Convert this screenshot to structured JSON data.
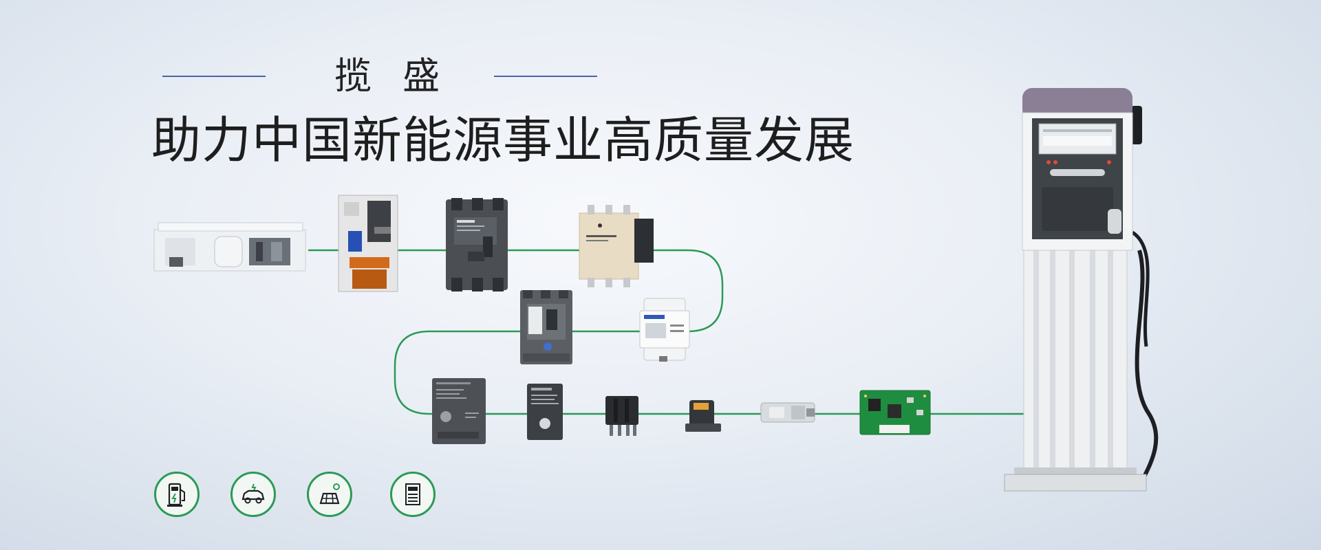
{
  "brand": {
    "name": "揽 盛"
  },
  "headline": {
    "text": "助力中国新能源事业高质量发展"
  },
  "colors": {
    "wire": "#2a9a56",
    "rule": "#4a63a6",
    "charger_top": "#8a7f95",
    "panel": "#3f4448"
  },
  "products": [
    {
      "id": "battery-cooling-unit"
    },
    {
      "id": "air-circuit-breaker"
    },
    {
      "id": "molded-case-breaker"
    },
    {
      "id": "ac-contactor"
    },
    {
      "id": "compact-breaker"
    },
    {
      "id": "din-energy-meter"
    },
    {
      "id": "current-sensor"
    },
    {
      "id": "leakage-current-sensor"
    },
    {
      "id": "relay-module"
    },
    {
      "id": "temperature-switch"
    },
    {
      "id": "electronic-lock"
    },
    {
      "id": "control-pcb"
    }
  ],
  "charger": {
    "id": "ev-charging-pile"
  },
  "scene_icons": [
    {
      "icon": "charging-station-icon"
    },
    {
      "icon": "electric-car-icon"
    },
    {
      "icon": "solar-panel-icon"
    },
    {
      "icon": "energy-storage-cabinet-icon"
    }
  ]
}
